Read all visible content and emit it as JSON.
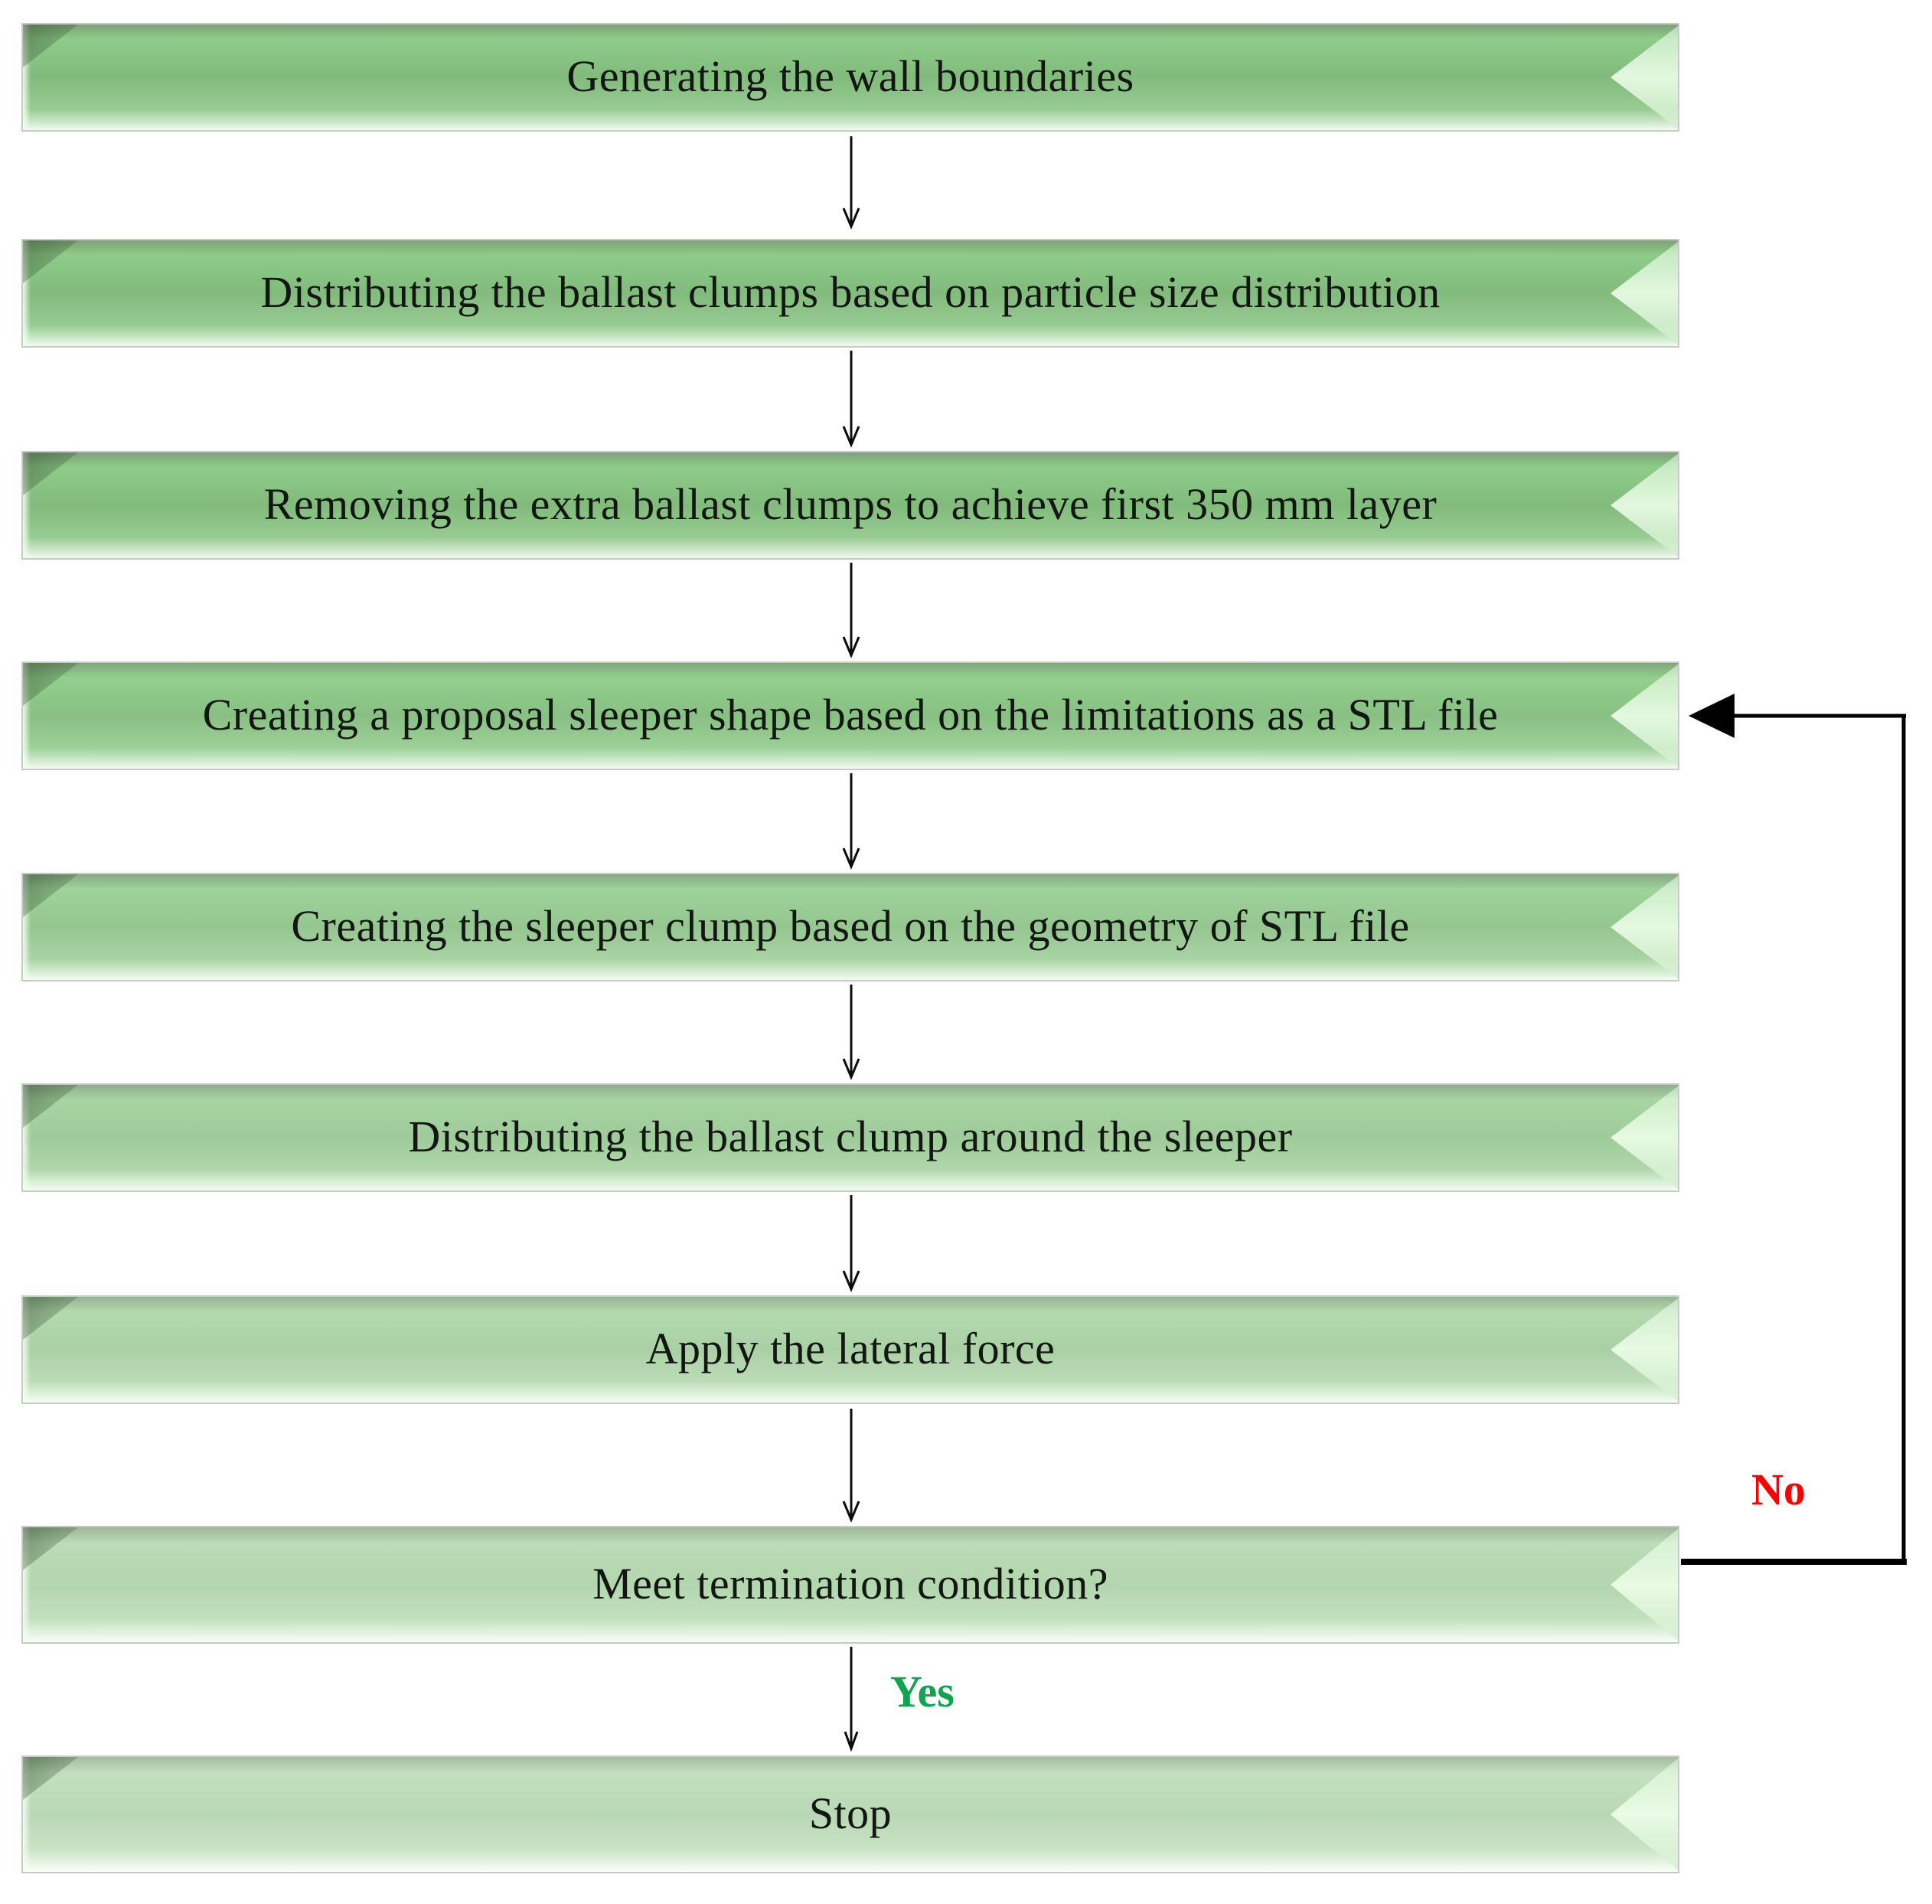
{
  "figure": {
    "type": "flowchart",
    "background": "#ffffff",
    "connector_color": "#000000",
    "box_border_color": "#c6cbc5",
    "text_color": "#131712"
  },
  "boxes": [
    {
      "id": "generate-wall-boundaries",
      "label": "Generating the wall boundaries",
      "fill": "#81bb7c"
    },
    {
      "id": "distribute-ballast-clumps",
      "label": "Distributing the ballast clumps based on particle size distribution",
      "fill": "#81bb7c"
    },
    {
      "id": "remove-extra-clumps",
      "label": "Removing the extra ballast clumps to achieve first 350 mm layer",
      "fill": "#81bb7c"
    },
    {
      "id": "create-proposal-sleeper",
      "label": "Creating a proposal sleeper shape based on the limitations as a STL file",
      "fill": "#88c083"
    },
    {
      "id": "create-sleeper-clump",
      "label": "Creating the sleeper clump based on the geometry of STL file",
      "fill": "#95c690"
    },
    {
      "id": "distribute-around-sleeper",
      "label": "Distributing the ballast clump around the sleeper",
      "fill": "#9ecb99"
    },
    {
      "id": "apply-lateral-force",
      "label": "Apply the lateral force",
      "fill": "#aad0a5"
    },
    {
      "id": "termination-condition",
      "label": "Meet termination condition?",
      "fill": "#b2d6ad"
    },
    {
      "id": "stop",
      "label": "Stop",
      "fill": "#b9d8b5"
    }
  ],
  "branch_labels": {
    "no": {
      "text": "No",
      "color": "#fb0104"
    },
    "yes": {
      "text": "Yes",
      "color": "#11a44e"
    }
  },
  "loop": {
    "description": "No-branch returns from 'Meet termination condition?' to 'Creating a proposal sleeper shape based on the limitations as a STL file'"
  }
}
